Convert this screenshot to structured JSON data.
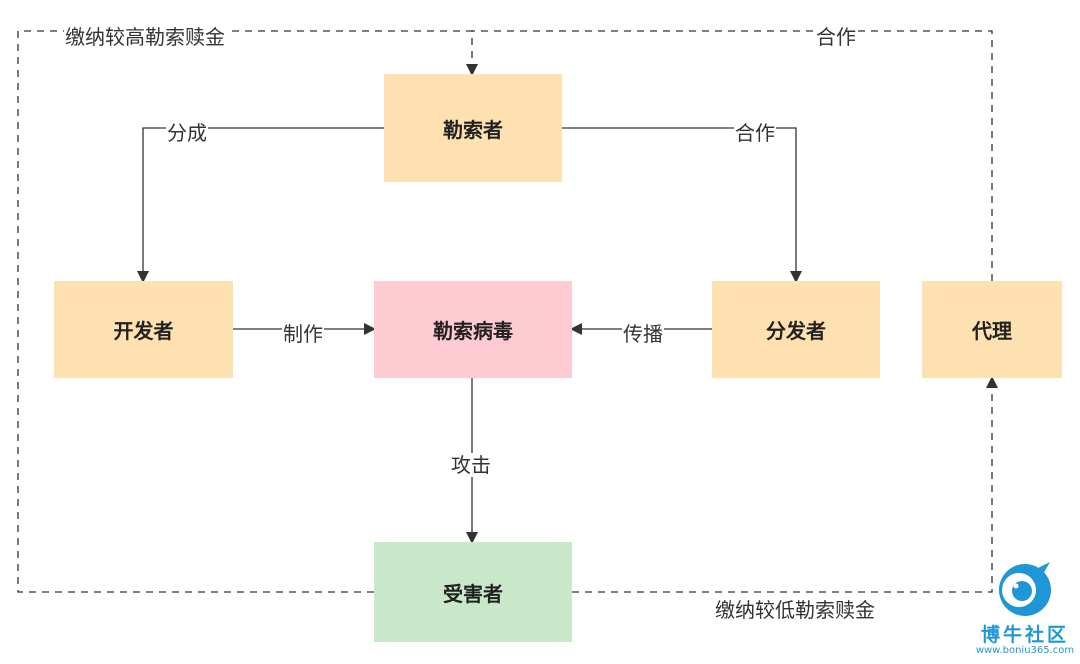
{
  "nodes": {
    "ransomer": "勒索者",
    "developer": "开发者",
    "ransomware": "勒索病毒",
    "distributor": "分发者",
    "agent": "代理",
    "victim": "受害者"
  },
  "edges": {
    "split": "分成",
    "cooperate_top": "合作",
    "cooperate_mid": "合作",
    "make": "制作",
    "spread": "传播",
    "attack": "攻击",
    "pay_high": "缴纳较高勒索赎金",
    "pay_low": "缴纳较低勒索赎金"
  },
  "watermark": {
    "name": "博牛社区",
    "url": "www.boniu365.com"
  },
  "colors": {
    "orange_node": "#fde1b1",
    "pink_node": "#fecbd2",
    "green_node": "#c9e7c9",
    "line": "#333333",
    "watermark": "#1f97d6"
  }
}
